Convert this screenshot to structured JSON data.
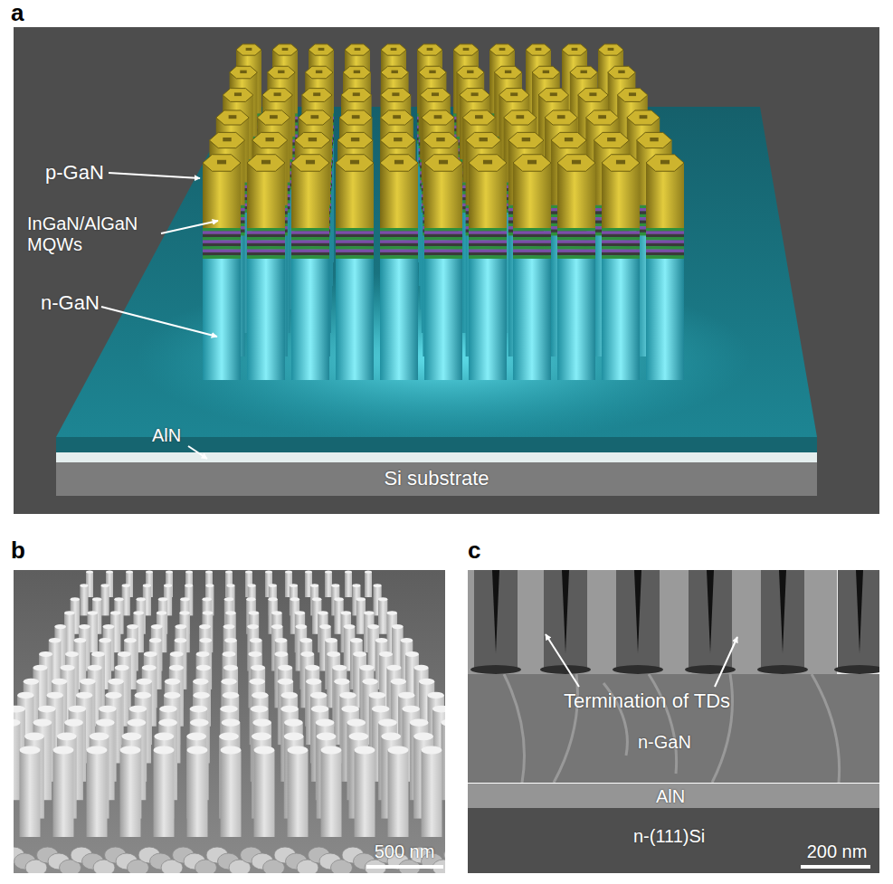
{
  "diagram": {
    "nodes": [
      {
        "text": [
          "Si substrate"
        ]
      },
      {
        "text": [
          "n-GaN"
        ]
      },
      {
        "text": [
          "AlN"
        ]
      },
      {
        "text": [
          "n-(111)Si"
        ]
      }
    ],
    "labels": [
      "a",
      "p-GaN",
      "InGaN/AlGaN MQWs",
      "n-GaN",
      "AlN",
      "b",
      "500 nm",
      "c",
      "Termination of TDs",
      "200 nm"
    ]
  }
}
